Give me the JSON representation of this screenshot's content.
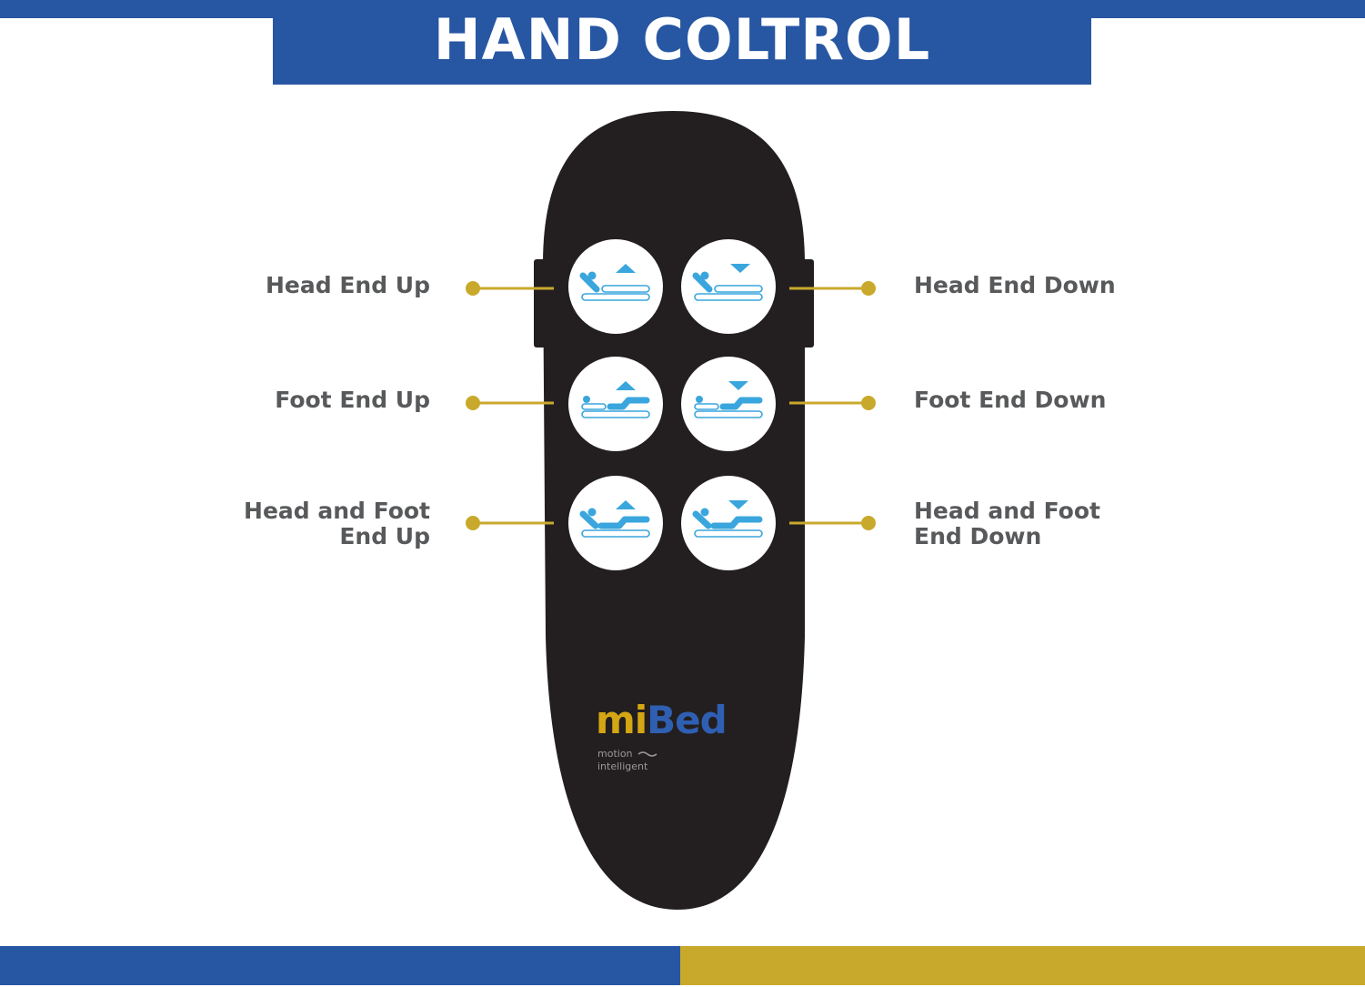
{
  "title": "HAND COLTROL",
  "colors": {
    "brand_blue": "#2756a3",
    "gold": "#c9a92c",
    "remote_body": "#231f20",
    "icon_blue": "#3aa6dd",
    "label_gray": "#58595b"
  },
  "buttons": [
    {
      "label": "Head End Up",
      "icon": "head-up-icon"
    },
    {
      "label": "Head End Down",
      "icon": "head-down-icon"
    },
    {
      "label": "Foot End Up",
      "icon": "foot-up-icon"
    },
    {
      "label": "Foot End Down",
      "icon": "foot-down-icon"
    },
    {
      "label_line1": "Head and Foot",
      "label_line2": "End Up",
      "icon": "head-foot-up-icon"
    },
    {
      "label_line1": "Head and Foot",
      "label_line2": "End Down",
      "icon": "head-foot-down-icon"
    }
  ],
  "logo": {
    "brand_part1": "mi",
    "brand_part2": "Bed",
    "tagline_line1": "motion",
    "tagline_line2": "intelligent"
  }
}
